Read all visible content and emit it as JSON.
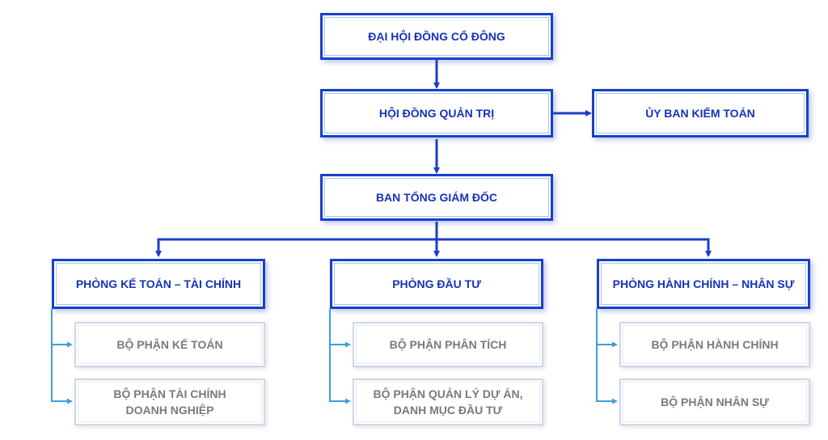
{
  "top": {
    "dhdcd": "ĐẠI HỘI ĐỒNG CỔ ĐÔNG",
    "hdqt": "HỘI ĐỒNG QUẢN TRỊ",
    "ubkt": "ỦY BAN KIỂM TOÁN",
    "btgd": "BAN TỔNG GIÁM ĐỐC"
  },
  "departments": [
    {
      "name": "PHÒNG KẾ TOÁN – TÀI CHÍNH",
      "units": [
        "BỘ PHẬN KẾ TOÁN",
        "BỘ PHẬN TÀI CHÍNH DOANH NGHIỆP"
      ]
    },
    {
      "name": "PHÒNG ĐẦU TƯ",
      "units": [
        "BỘ PHẬN PHÂN TÍCH",
        "BỘ PHẬN QUẢN LÝ DỰ ÁN, DANH MỤC ĐẦU TƯ"
      ]
    },
    {
      "name": "PHÒNG HÀNH CHÍNH – NHÂN SỰ",
      "units": [
        "BỘ PHẬN HÀNH CHÍNH",
        "BỘ PHẬN NHÂN SỰ"
      ]
    }
  ],
  "colors": {
    "primary": "#1a3fc9",
    "light": "#3aa0dc",
    "subtext": "#7a7a7a"
  }
}
